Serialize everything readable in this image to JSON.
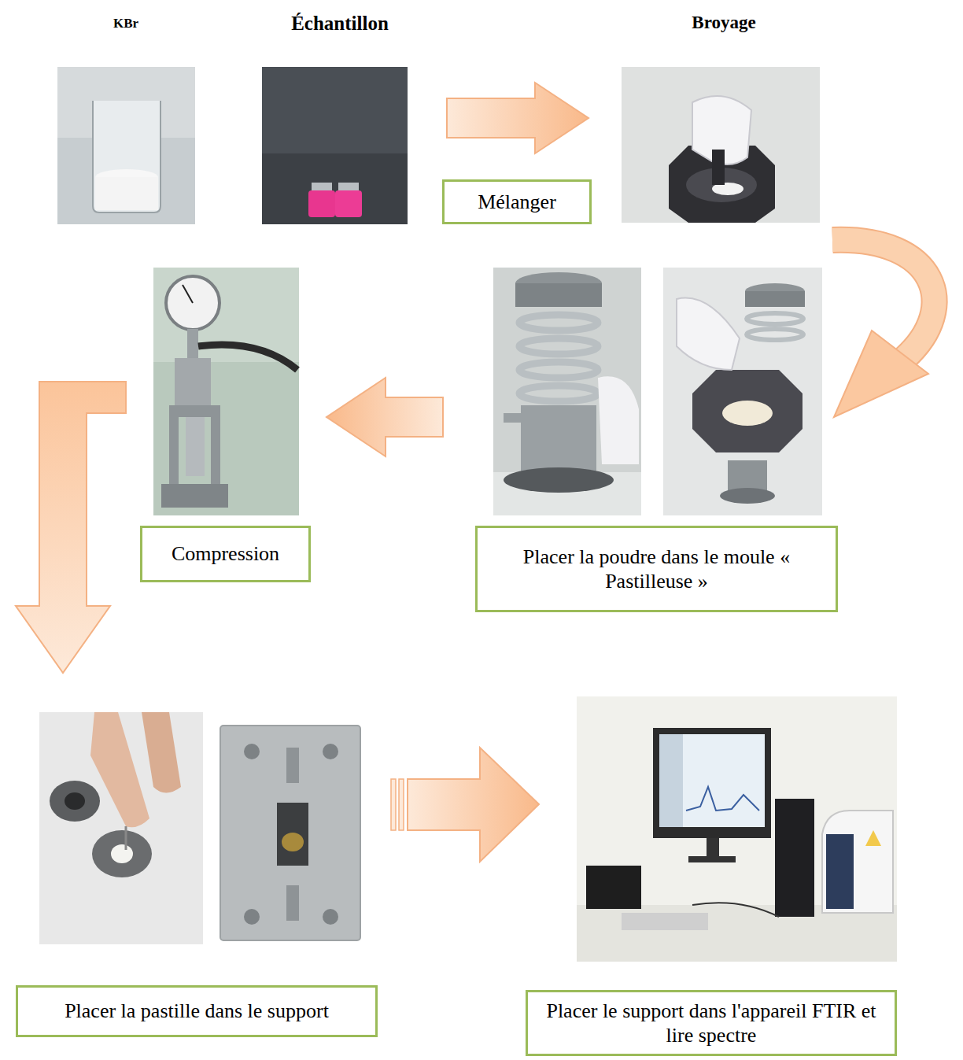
{
  "diagram": {
    "nodes": [
      {
        "text": [
          "Mélanger"
        ]
      },
      {
        "text": [
          "Compression"
        ]
      },
      {
        "text": [
          "Placer la poudre dans le moule « Pastilleuse »"
        ]
      },
      {
        "text": [
          "Placer la pastille dans le support"
        ]
      },
      {
        "text": [
          "Placer le support dans l'appareil FTIR et lire spectre"
        ]
      }
    ],
    "labels": [
      "KBr",
      "Échantillon",
      "Broyage"
    ]
  }
}
